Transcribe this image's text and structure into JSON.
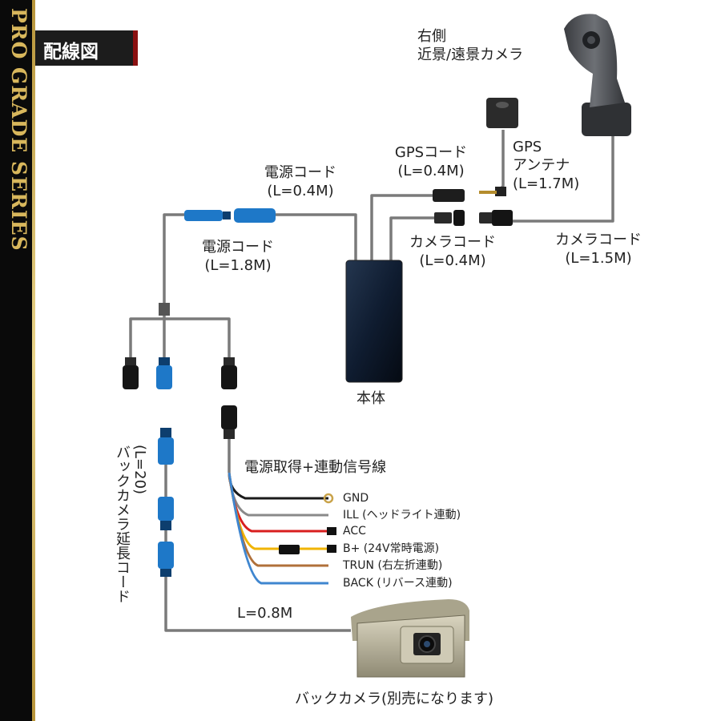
{
  "sidebar": {
    "title": "PRO GRADE SERIES"
  },
  "header": {
    "title": "配線図"
  },
  "components": {
    "right_camera": {
      "line1": "右側",
      "line2": "近景/遠景カメラ"
    },
    "gps_cord": {
      "line1": "GPSコード",
      "line2": "(L=0.4M)"
    },
    "gps_antenna": {
      "line1": "GPS",
      "line2": "アンテナ",
      "line3": "(L=1.7M)"
    },
    "power_cord_short": {
      "line1": "電源コード",
      "line2": "(L=0.4M)"
    },
    "power_cord_long": {
      "line1": "電源コード",
      "line2": "(L=1.8M)"
    },
    "camera_cord_short": {
      "line1": "カメラコード",
      "line2": "(L=0.4M)"
    },
    "camera_cord_long": {
      "line1": "カメラコード",
      "line2": "(L=1.5M)"
    },
    "main_unit": {
      "label": "本体"
    },
    "signal_harness": {
      "title": "電源取得+連動信号線"
    },
    "back_ext_cord": {
      "line1": "(L=20)",
      "line2": "バックカメラ延長コード"
    },
    "back_cord_length": {
      "label": "L=0.8M"
    },
    "back_camera": {
      "label": "バックカメラ(別売になります)"
    }
  },
  "wires": [
    {
      "label": "GND",
      "color": "#1a1a1a"
    },
    {
      "label": "ILL (ヘッドライト連動)",
      "color": "#8a8a8a"
    },
    {
      "label": "ACC",
      "color": "#d81e1e"
    },
    {
      "label": "B+ (24V常時電源)",
      "color": "#f0b400"
    },
    {
      "label": "TRUN (右左折連動)",
      "color": "#b0703a"
    },
    {
      "label": "BACK (リバース連動)",
      "color": "#3f86cf"
    }
  ],
  "colors": {
    "cable": "#7a7a7a",
    "connector_blue": "#1e78c8",
    "unit": "#0f1c30",
    "gold": "#d8b75c"
  }
}
